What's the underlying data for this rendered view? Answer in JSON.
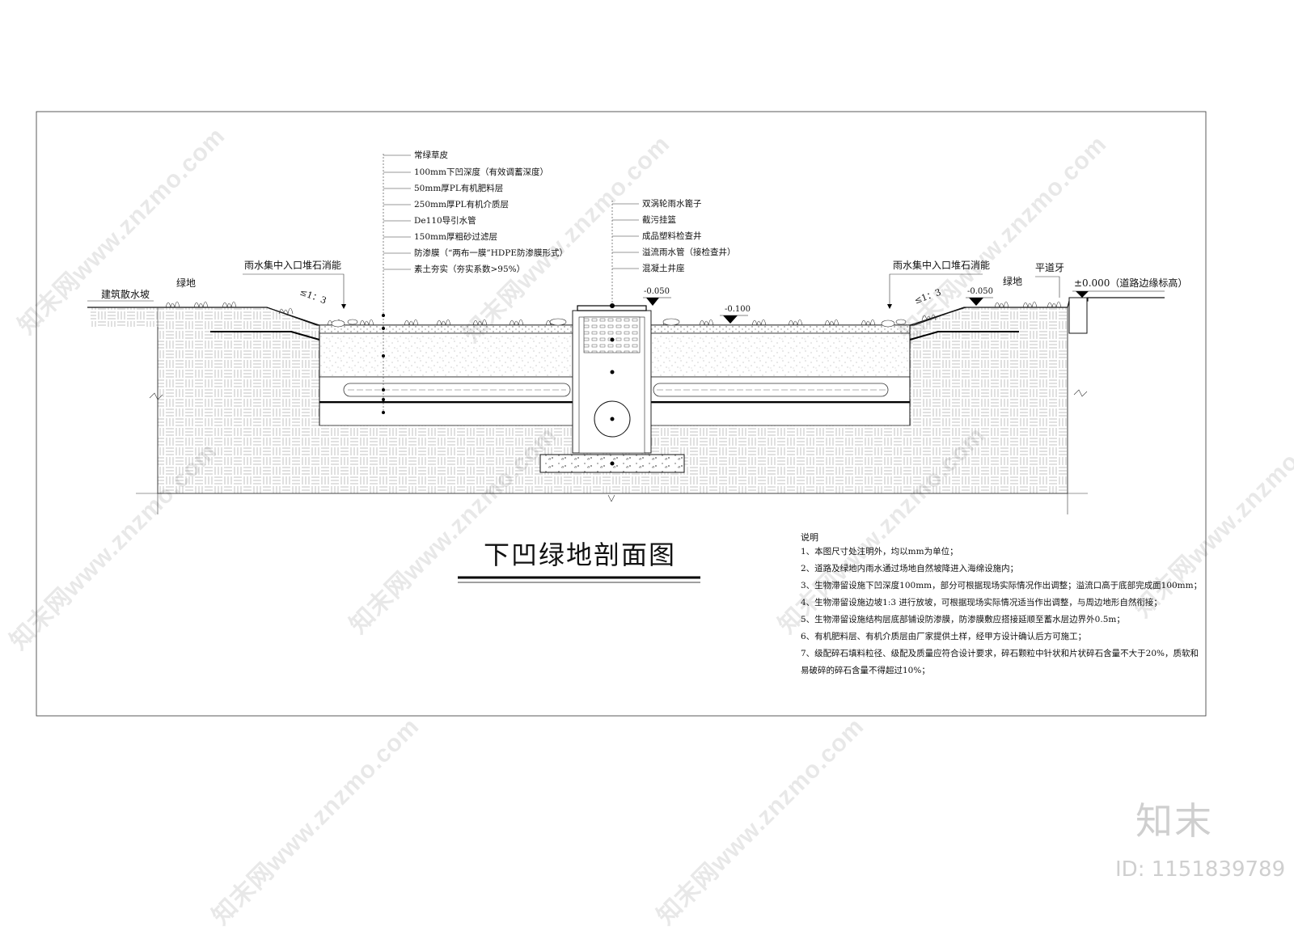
{
  "drawing_title": "下凹绿地剖面图",
  "layer_callouts": [
    "常绿草皮",
    "100mm下凹深度（有效调蓄深度）",
    "50mm厚PL有机肥料层",
    "250mm厚PL有机介质层",
    "De110导引水管",
    "150mm厚粗砂过滤层",
    "防渗膜（“两布一膜”HDPE防渗膜形式）",
    "素土夯实（夯实系数>95%）"
  ],
  "well_callouts": [
    "双涡轮雨水篦子",
    "截污挂篮",
    "成品塑料检查井",
    "溢流雨水管（接检查井）",
    "混凝土井座"
  ],
  "labels": {
    "building_apron": "建筑散水坡",
    "green_left": "绿地",
    "inlet_left": "雨水集中入口堆石消能",
    "slope_left": "≤1：3",
    "inlet_right": "雨水集中入口堆石消能",
    "slope_right": "≤1：3",
    "green_right": "绿地",
    "curb": "平道牙",
    "road_level": "±0.000（道路边缘标高）"
  },
  "elevations": {
    "well_top": "-0.050",
    "bed_surface": "-0.100",
    "right_edge": "-0.050"
  },
  "notes": {
    "title": "说明",
    "items": [
      "1、本图尺寸处注明外，均以mm为单位；",
      "2、道路及绿地内雨水通过场地自然坡降进入海绵设施内；",
      "3、生物滞留设施下凹深度100mm，部分可根据现场实际情况作出调整；溢流口高于底部完成面100mm；",
      "4、生物滞留设施边坡1:3 进行放坡，可根据现场实际情况适当作出调整，与周边地形自然衔接；",
      "5、生物滞留设施结构层底部铺设防渗膜，防渗膜敷应搭接延顺至蓄水层边界外0.5m；",
      "6、有机肥料层、有机介质层由厂家提供土样，经甲方设计确认后方可施工；",
      "7、级配碎石填料粒径、级配及质量应符合设计要求，碎石颗粒中针状和片状碎石含量不大于20%，质软和",
      "易破碎的碎石含量不得超过10%；"
    ]
  },
  "brand": "知末",
  "image_id": "ID: 1151839789",
  "watermark": "知末网www.znzmo.com"
}
